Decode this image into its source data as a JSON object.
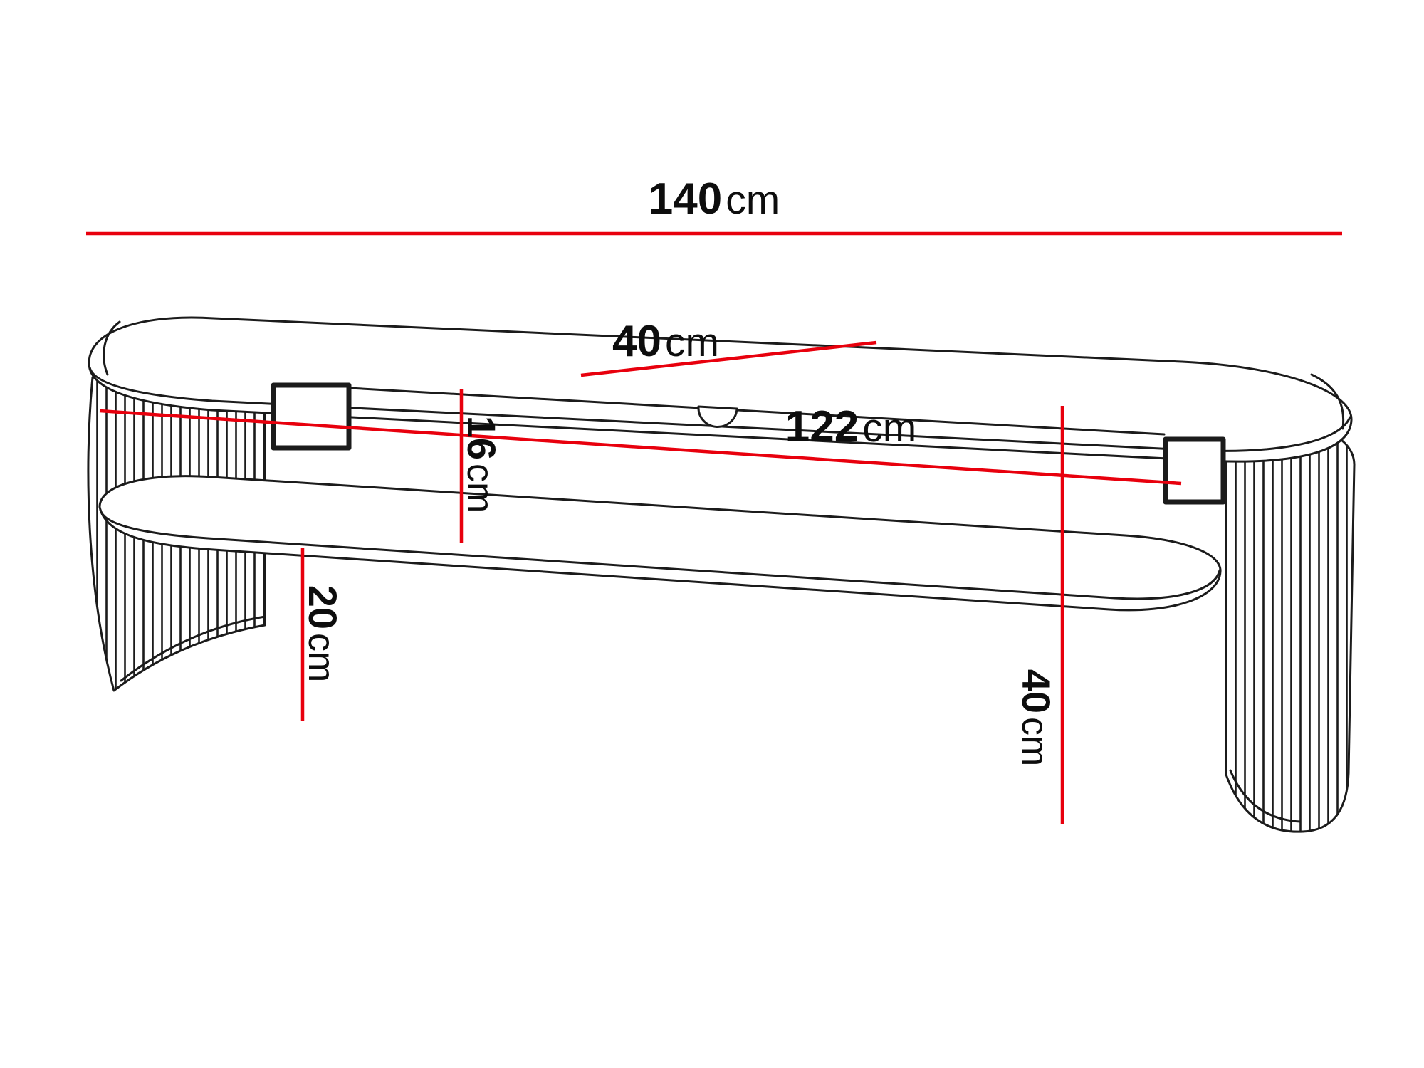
{
  "page": {
    "background_color": "#ffffff"
  },
  "diagram": {
    "subject": "TV cabinet technical dimension drawing",
    "dimension_color": "#e8000d",
    "drawing_color": "#1b1b1b",
    "labels": {
      "width": {
        "value": "140",
        "unit": "cm"
      },
      "top_depth": {
        "value": "40",
        "unit": "cm"
      },
      "niche_width": {
        "value": "122",
        "unit": "cm"
      },
      "niche_height": {
        "value": "16",
        "unit": "cm"
      },
      "under_clearance": {
        "value": "20",
        "unit": "cm"
      },
      "total_height": {
        "value": "40",
        "unit": "cm"
      }
    }
  }
}
